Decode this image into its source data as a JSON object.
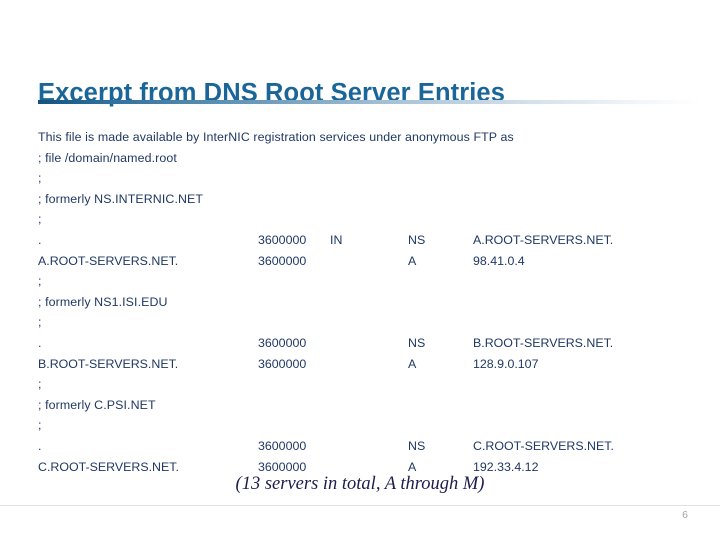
{
  "slide": {
    "title": "Excerpt from DNS Root Server Entries",
    "caption": "(13 servers in total, A through M)",
    "page_number": "6",
    "colors": {
      "title": "#1a6699",
      "rule_start": "#14527d",
      "body_text": "#1f3864",
      "caption": "#1c1c4e",
      "page_number": "#a6a6a6"
    }
  },
  "zone_file": {
    "lines": [
      {
        "kind": "comment",
        "name": "This file is made available by InterNIC registration services under anonymous FTP as",
        "ttl": "",
        "class": "",
        "type": "",
        "value": ""
      },
      {
        "kind": "comment",
        "name": "; file /domain/named.root",
        "ttl": "",
        "class": "",
        "type": "",
        "value": ""
      },
      {
        "kind": "comment",
        "name": ";",
        "ttl": "",
        "class": "",
        "type": "",
        "value": ""
      },
      {
        "kind": "comment",
        "name": "; formerly NS.INTERNIC.NET",
        "ttl": "",
        "class": "",
        "type": "",
        "value": ""
      },
      {
        "kind": "comment",
        "name": ";",
        "ttl": "",
        "class": "",
        "type": "",
        "value": ""
      },
      {
        "kind": "record",
        "name": ".",
        "ttl": "3600000",
        "class": "IN",
        "type": "NS",
        "value": "A.ROOT-SERVERS.NET."
      },
      {
        "kind": "record",
        "name": "A.ROOT-SERVERS.NET.",
        "ttl": "3600000",
        "class": "",
        "type": "A",
        "value": "98.41.0.4"
      },
      {
        "kind": "comment",
        "name": ";",
        "ttl": "",
        "class": "",
        "type": "",
        "value": ""
      },
      {
        "kind": "comment",
        "name": "; formerly NS1.ISI.EDU",
        "ttl": "",
        "class": "",
        "type": "",
        "value": ""
      },
      {
        "kind": "comment",
        "name": ";",
        "ttl": "",
        "class": "",
        "type": "",
        "value": ""
      },
      {
        "kind": "record",
        "name": ".",
        "ttl": "3600000",
        "class": "",
        "type": "NS",
        "value": "B.ROOT-SERVERS.NET."
      },
      {
        "kind": "record",
        "name": "B.ROOT-SERVERS.NET.",
        "ttl": "3600000",
        "class": "",
        "type": "A",
        "value": "128.9.0.107"
      },
      {
        "kind": "comment",
        "name": ";",
        "ttl": "",
        "class": "",
        "type": "",
        "value": ""
      },
      {
        "kind": "comment",
        "name": "; formerly C.PSI.NET",
        "ttl": "",
        "class": "",
        "type": "",
        "value": ""
      },
      {
        "kind": "comment",
        "name": ";",
        "ttl": "",
        "class": "",
        "type": "",
        "value": ""
      },
      {
        "kind": "record",
        "name": ".",
        "ttl": "3600000",
        "class": "",
        "type": "NS",
        "value": "C.ROOT-SERVERS.NET."
      },
      {
        "kind": "record",
        "name": "C.ROOT-SERVERS.NET.",
        "ttl": "3600000",
        "class": "",
        "type": "A",
        "value": "192.33.4.12"
      }
    ]
  }
}
